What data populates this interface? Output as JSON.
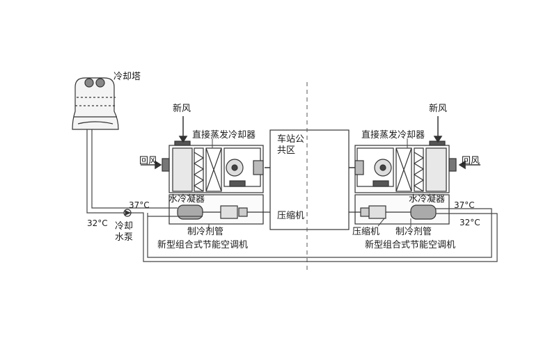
{
  "labels": {
    "cooling_tower": "冷却塔",
    "fresh_air_left": "新风",
    "fresh_air_right": "新风",
    "dx_cooler_left": "直接蒸发冷却器",
    "dx_cooler_right": "直接蒸发冷却器",
    "return_air_left": "回风",
    "return_air_right": "回风",
    "station_area_line1": "车站公",
    "station_area_line2": "共区",
    "water_condenser_left": "水冷凝器",
    "water_condenser_right": "水冷凝器",
    "temp_37_left": "37°C",
    "temp_32_left": "32°C",
    "temp_37_right": "37°C",
    "temp_32_right": "32°C",
    "pump_line1": "冷却",
    "pump_line2": "水泵",
    "compressor_center": "压缩机",
    "compressor_right": "压缩机",
    "refrigerant_pipe_left": "制冷剂管",
    "refrigerant_pipe_right": "制冷剂管",
    "unit_left": "新型组合式节能空调机",
    "unit_right": "新型组合式节能空调机"
  },
  "colors": {
    "line": "#333333",
    "fill_light": "#f2f2f2",
    "fill_mid": "#cfcfcf",
    "fill_dark": "#6a6a6a"
  }
}
